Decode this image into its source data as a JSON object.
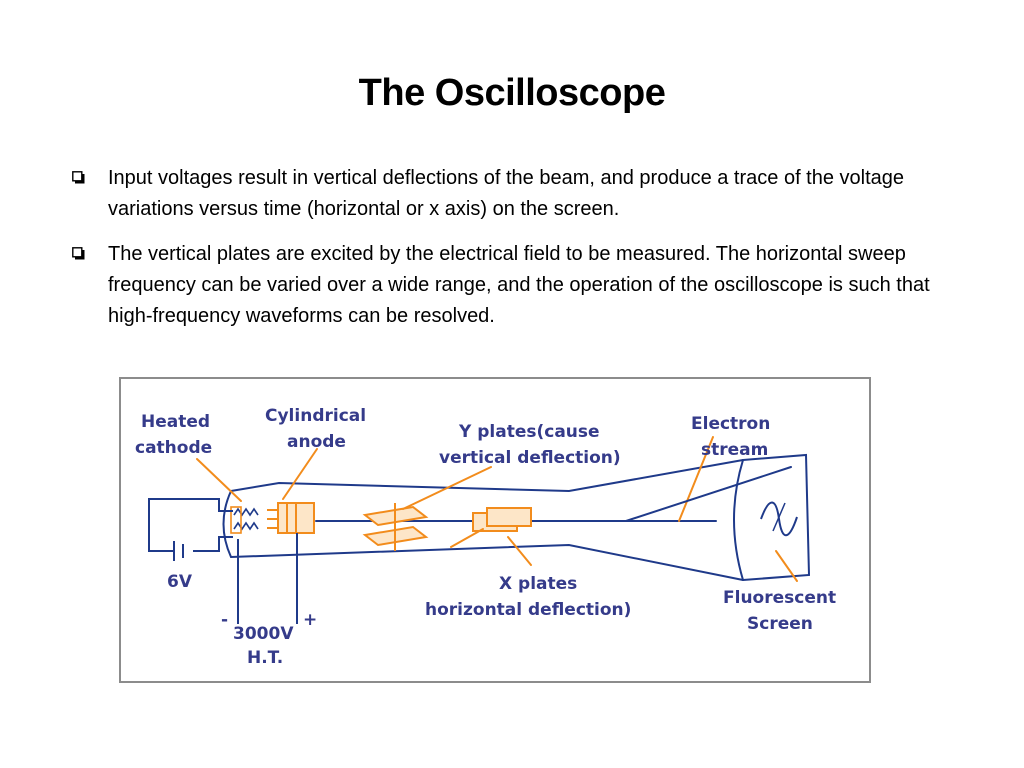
{
  "slide": {
    "title": "The Oscilloscope",
    "bullets": [
      "Input voltages result in vertical deflections of the beam, and produce a trace of the voltage variations versus time (horizontal or x axis) on the screen.",
      "The vertical plates are excited by the electrical field  to be measured.  The horizontal sweep frequency can be varied over a wide range, and the operation of the oscilloscope is such that high-frequency waveforms can be resolved."
    ]
  },
  "diagram": {
    "labels": {
      "heated_cathode_1": "Heated",
      "heated_cathode_2": "cathode",
      "cyl_anode_1": "Cylindrical",
      "cyl_anode_2": "anode",
      "y_plates_1": "Y plates(cause",
      "y_plates_2": "vertical deflection)",
      "electron_1": "Electron",
      "electron_2": "stream",
      "battery": "6V",
      "minus": "-",
      "plus": "+",
      "ht_1": "3000V",
      "ht_2": "H.T.",
      "x_plates_1": "X plates",
      "x_plates_2": "horizontal deflection)",
      "fluor_1": "Fluorescent",
      "fluor_2": "Screen"
    },
    "colors": {
      "label": "#353b8a",
      "line": "#1f3a8a",
      "accent": "#f28c1c"
    }
  }
}
